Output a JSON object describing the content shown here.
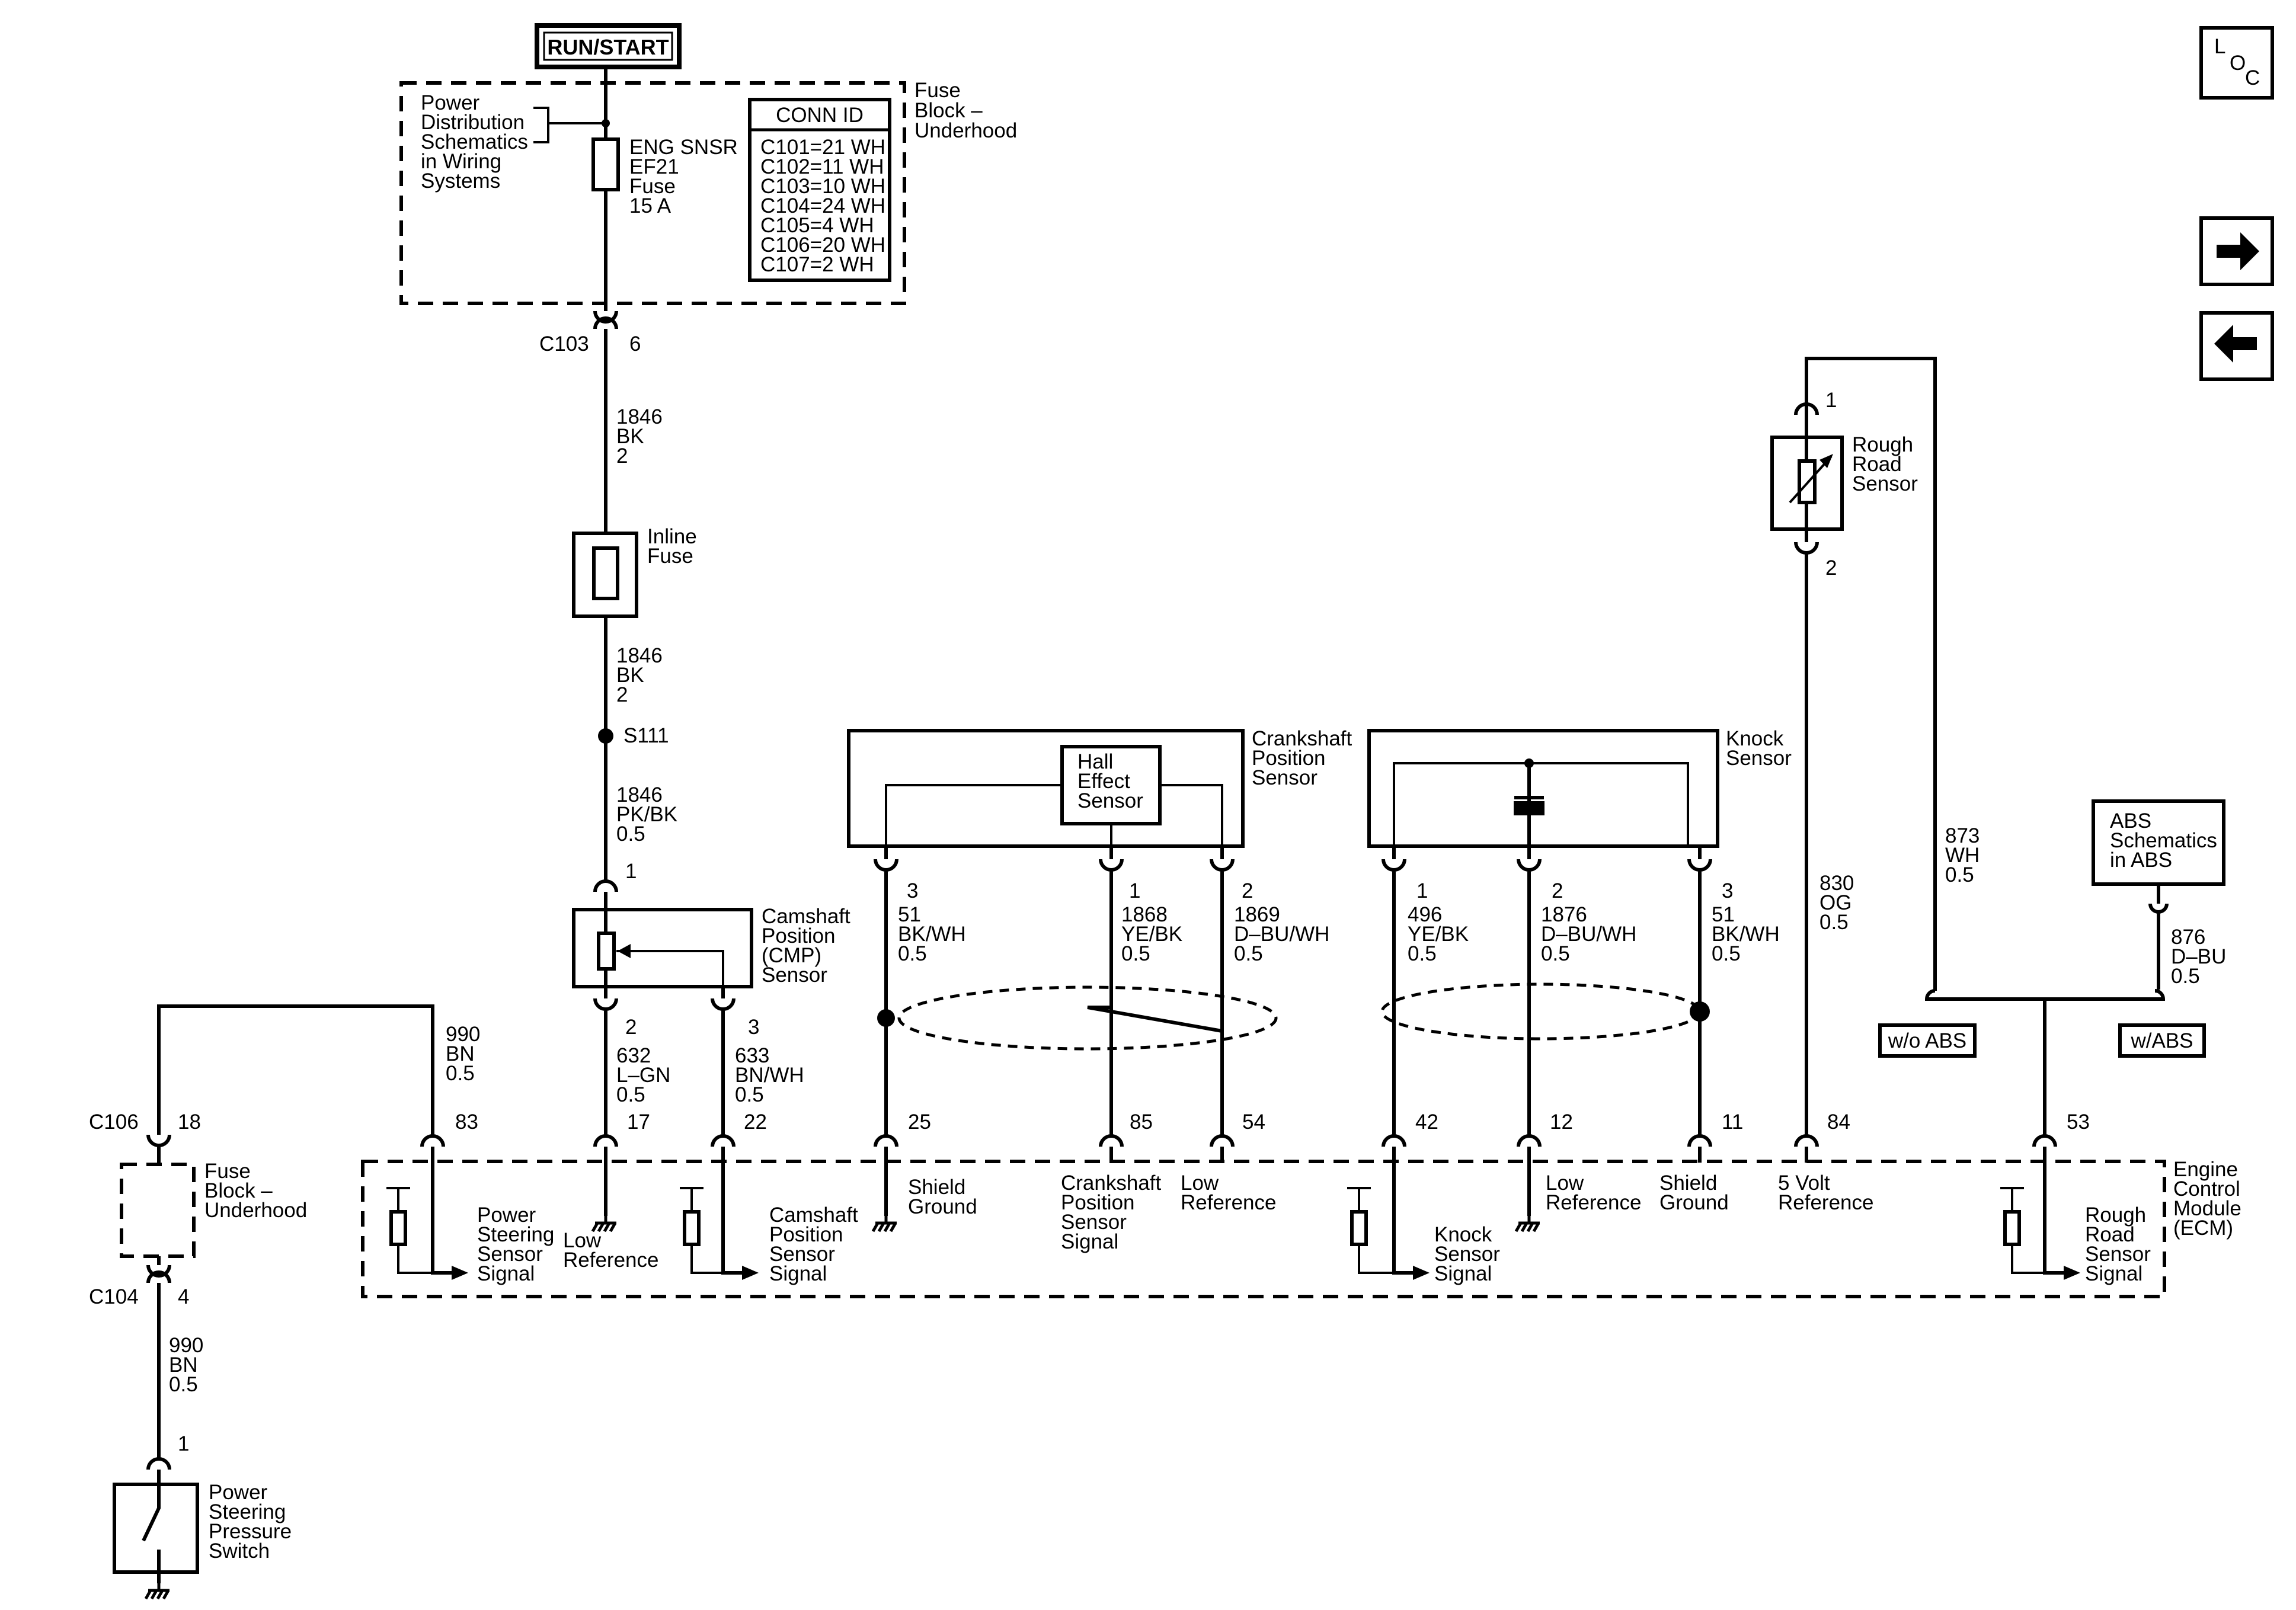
{
  "power_source": "RUN/START",
  "fuse_block": {
    "title": [
      "Fuse",
      "Block –",
      "Underhood"
    ],
    "power_dist_note": [
      "Power",
      "Distribution",
      "Schematics",
      "in Wiring",
      "Systems"
    ],
    "fuse_label": [
      "ENG SNSR",
      "EF21",
      "Fuse",
      "15 A"
    ],
    "conn_id": {
      "title": "CONN ID",
      "rows": [
        "C101=21 WH",
        "C102=11 WH",
        "C103=10 WH",
        "C104=24 WH",
        "C105=4 WH",
        "C106=20 WH",
        "C107=2 WH"
      ]
    }
  },
  "connectors": {
    "c103": "C103",
    "c103_pin": "6",
    "c106": "C106",
    "c106_pin": "18",
    "c104": "C104",
    "c104_pin": "4",
    "splice": "S111"
  },
  "wires": {
    "w1846_a": [
      "1846",
      "BK",
      "2"
    ],
    "w1846_b": [
      "1846",
      "BK",
      "2"
    ],
    "w1846_c": [
      "1846",
      "PK/BK",
      "0.5"
    ],
    "w990_top": [
      "990",
      "BN",
      "0.5"
    ],
    "w990_bottom": [
      "990",
      "BN",
      "0.5"
    ],
    "w632": [
      "632",
      "L–GN",
      "0.5"
    ],
    "w633": [
      "633",
      "BN/WH",
      "0.5"
    ],
    "w51a": [
      "51",
      "BK/WH",
      "0.5"
    ],
    "w1868": [
      "1868",
      "YE/BK",
      "0.5"
    ],
    "w1869": [
      "1869",
      "D–BU/WH",
      "0.5"
    ],
    "w496": [
      "496",
      "YE/BK",
      "0.5"
    ],
    "w1876": [
      "1876",
      "D–BU/WH",
      "0.5"
    ],
    "w51b": [
      "51",
      "BK/WH",
      "0.5"
    ],
    "w830": [
      "830",
      "OG",
      "0.5"
    ],
    "w873": [
      "873",
      "WH",
      "0.5"
    ],
    "w876": [
      "876",
      "D–BU",
      "0.5"
    ]
  },
  "components": {
    "inline_fuse": [
      "Inline",
      "Fuse"
    ],
    "cmp_sensor": [
      "Camshaft",
      "Position",
      "(CMP)",
      "Sensor"
    ],
    "cmp_pins": [
      "1",
      "2",
      "3"
    ],
    "ckp_sensor": [
      "Crankshaft",
      "Position",
      "Sensor"
    ],
    "hall": [
      "Hall",
      "Effect",
      "Sensor"
    ],
    "ckp_pins": [
      "3",
      "1",
      "2"
    ],
    "knock_sensor": [
      "Knock",
      "Sensor"
    ],
    "knock_pins": [
      "1",
      "2",
      "3"
    ],
    "rough_road": [
      "Rough",
      "Road",
      "Sensor"
    ],
    "rough_pins": [
      "1",
      "2"
    ],
    "abs_schem": [
      "ABS",
      "Schematics",
      "in ABS"
    ],
    "wo_abs": "w/o ABS",
    "w_abs": "w/ABS",
    "ps_switch": [
      "Power",
      "Steering",
      "Pressure",
      "Switch"
    ],
    "ps_pin": "1",
    "fuse_block_lower": [
      "Fuse",
      "Block –",
      "Underhood"
    ]
  },
  "ecm": {
    "title": [
      "Engine",
      "Control",
      "Module",
      "(ECM)"
    ],
    "pins": [
      "83",
      "17",
      "22",
      "25",
      "85",
      "54",
      "42",
      "12",
      "11",
      "84",
      "53"
    ],
    "ps_signal": [
      "Power",
      "Steering",
      "Sensor",
      "Signal"
    ],
    "low_ref_1": [
      "Low",
      "Reference"
    ],
    "cam_signal": [
      "Camshaft",
      "Position",
      "Sensor",
      "Signal"
    ],
    "shield_gnd_1": [
      "Shield",
      "Ground"
    ],
    "crank_signal": [
      "Crankshaft",
      "Position",
      "Sensor",
      "Signal"
    ],
    "low_ref_2": [
      "Low",
      "Reference"
    ],
    "knock_signal": [
      "Knock",
      "Sensor",
      "Signal"
    ],
    "low_ref_3": [
      "Low",
      "Reference"
    ],
    "shield_gnd_2": [
      "Shield",
      "Ground"
    ],
    "five_volt": [
      "5 Volt",
      "Reference"
    ],
    "rough_signal": [
      "Rough",
      "Road",
      "Sensor",
      "Signal"
    ]
  },
  "nav": {
    "loc": [
      "L",
      "O",
      "C"
    ],
    "next": "→",
    "prev": "←"
  }
}
